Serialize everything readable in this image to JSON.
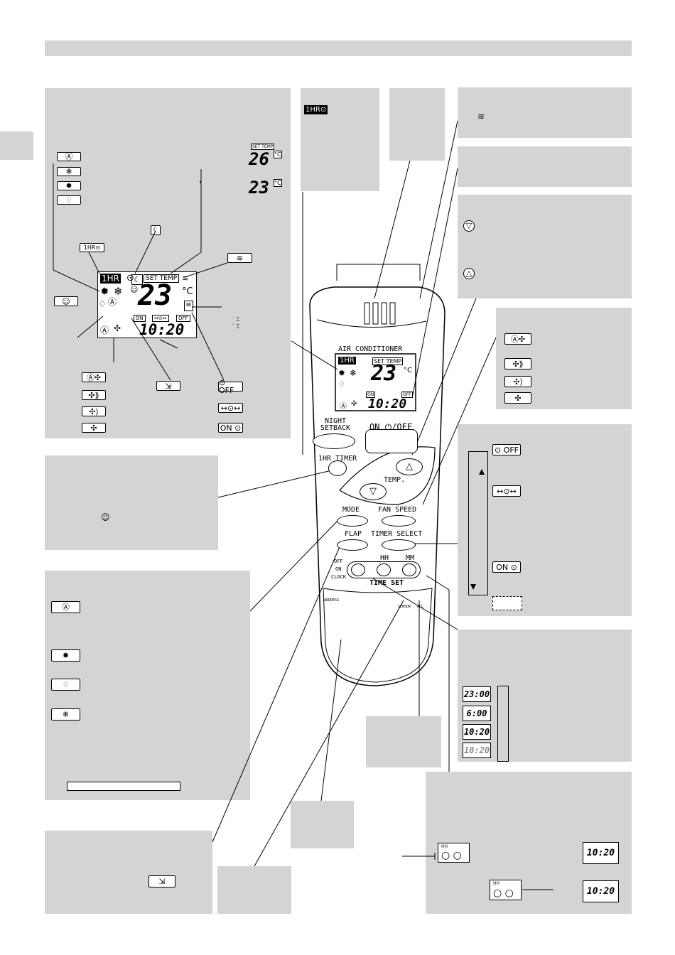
{
  "icons": {
    "auto": "Ⓐ",
    "cool": "❄",
    "heat": "✹",
    "dry": "♢",
    "fan": "✣",
    "night": "☾",
    "signal": "≋",
    "smile": "☺",
    "flap": "⇲",
    "up": "△",
    "down": "▽",
    "timer_off": "⊙ OFF",
    "timer_onoff": "↔⊙↔",
    "timer_on": "ON ⊙",
    "one_hr": "1HR⊙"
  },
  "display": {
    "one_hr": "1HR",
    "set_temp": "SET TEMP",
    "temp": "23",
    "unit": "°C",
    "time": "10:20",
    "on": "ON",
    "off": "OFF",
    "preview_set_temp": "SET TEMP",
    "preview_temp_a": "26",
    "preview_temp_b": "23"
  },
  "remote": {
    "title": "AIR CONDITIONER",
    "night_setback": "NIGHT SETBACK",
    "on_off": "ON ⏻/OFF",
    "one_hr_timer": "1HR TIMER",
    "temp": "TEMP.",
    "mode": "MODE",
    "fan_speed": "FAN SPEED",
    "flap": "FLAP",
    "timer_select": "TIMER SELECT",
    "hh": "HH",
    "mm": "MM",
    "off": "OFF",
    "on": "ON",
    "clock": "CLOCK",
    "time_set": "TIME SET",
    "address": "ADDRESS",
    "sensor": "SENSOR",
    "acl": "ACL"
  },
  "clock_times": [
    "23:00",
    "6:00",
    "10:20",
    "10:20"
  ],
  "hh_label": "HH",
  "hh_time": "10:20"
}
